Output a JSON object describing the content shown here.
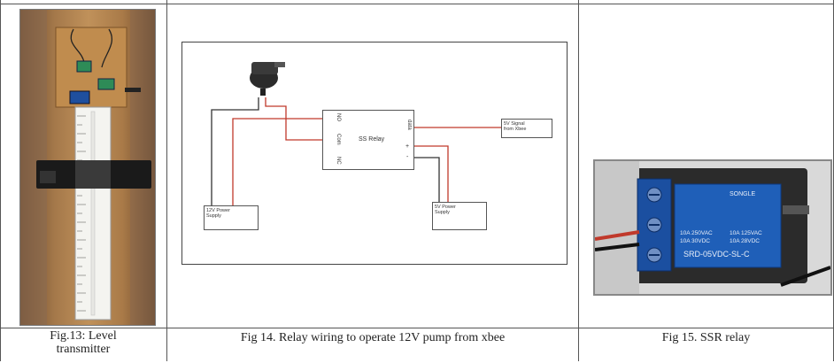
{
  "figures": [
    {
      "id": "fig13",
      "caption_line1": "Fig.13: Level",
      "caption_line2": "transmitter"
    },
    {
      "id": "fig14",
      "caption": "Fig 14. Relay wiring to operate 12V pump from xbee",
      "diagram": {
        "relay_label": "SS Relay",
        "pin_no": "NO",
        "pin_com": "Com",
        "pin_nc": "NC",
        "pin_data": "data",
        "pin_plus": "+",
        "pin_minus": "-",
        "power12_line1": "12V Power",
        "power12_line2": "Supply",
        "power5_line1": "5V Power",
        "power5_line2": "Supply",
        "signal_line1": "5V Signal",
        "signal_line2": "from Xbee"
      }
    },
    {
      "id": "fig15",
      "caption": "Fig 15. SSR relay",
      "relay_markings": {
        "brand": "SONGLE",
        "model": "SRD-05VDC-SL-C",
        "rating1": "10A 250VAC",
        "rating2": "10A 30VDC",
        "rating3": "10A 125VAC",
        "rating4": "10A 28VDC"
      }
    }
  ],
  "colors": {
    "wire_red": "#c0392b",
    "wire_black": "#333333",
    "relay_blue": "#1f5fb8",
    "terminal_blue": "#1b4fa0",
    "wood": "#b07a3a",
    "strap": "#1a1a1a"
  }
}
